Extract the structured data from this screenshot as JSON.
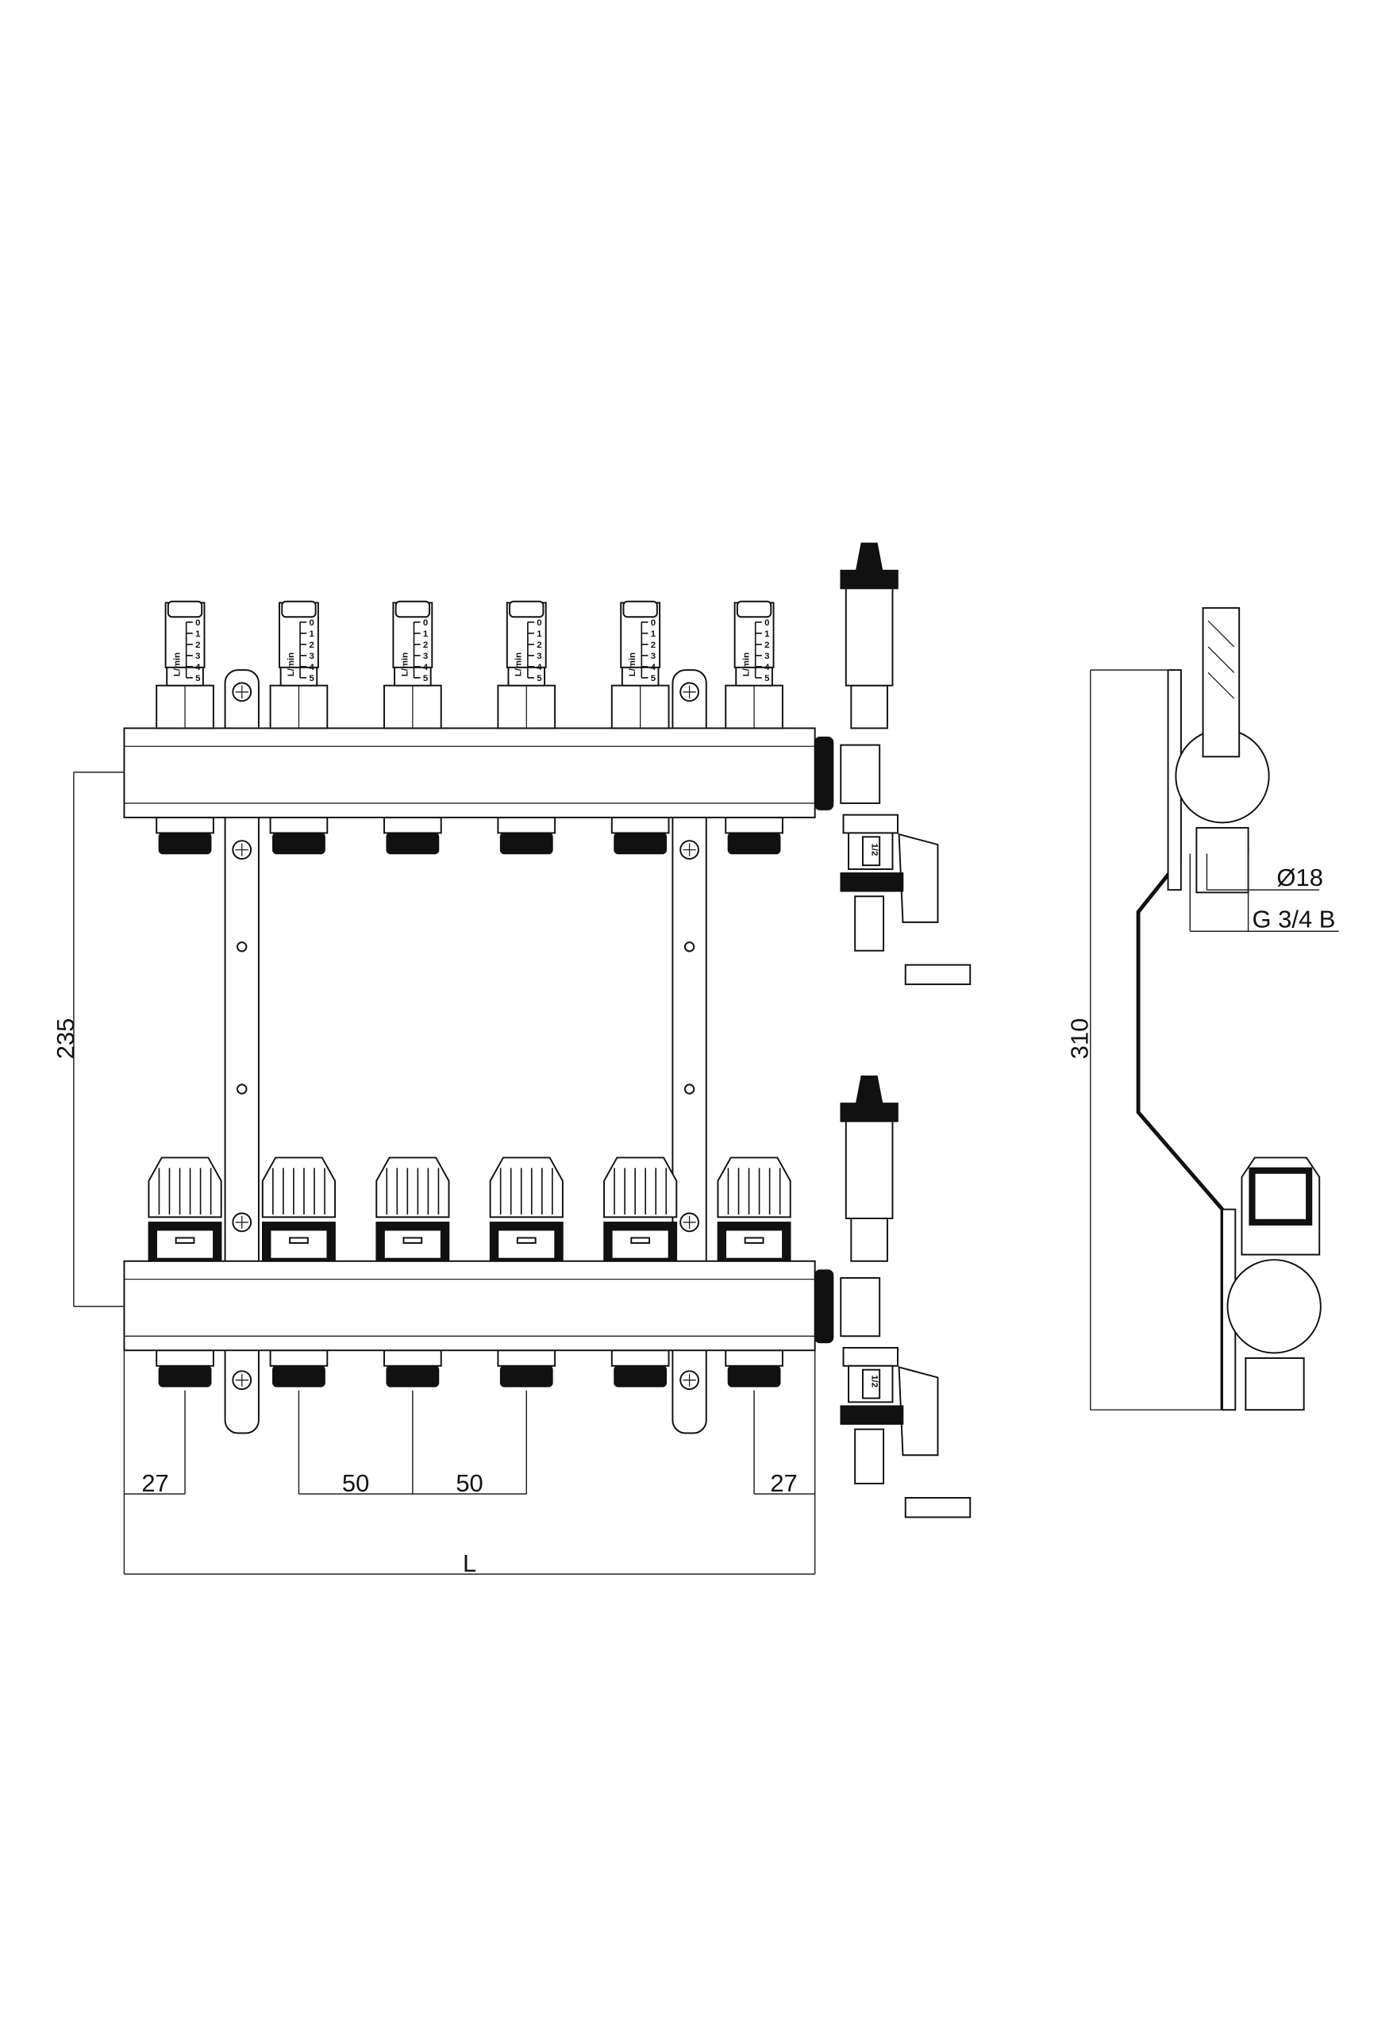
{
  "drawing": {
    "colors": {
      "line": "#111111",
      "background": "#ffffff"
    },
    "outlet_count": 6,
    "flowmeter": {
      "unit_label": "L/min",
      "scale": [
        "0",
        "1",
        "2",
        "3",
        "4",
        "5"
      ]
    },
    "drain_valve_label": "1/2",
    "dimensions": {
      "header_spacing": "235",
      "end_left": "27",
      "pitch_1": "50",
      "pitch_2": "50",
      "end_right": "27",
      "length": "L",
      "side_height": "310",
      "pipe_diameter": "Ø18",
      "thread": "G 3/4 B"
    }
  }
}
